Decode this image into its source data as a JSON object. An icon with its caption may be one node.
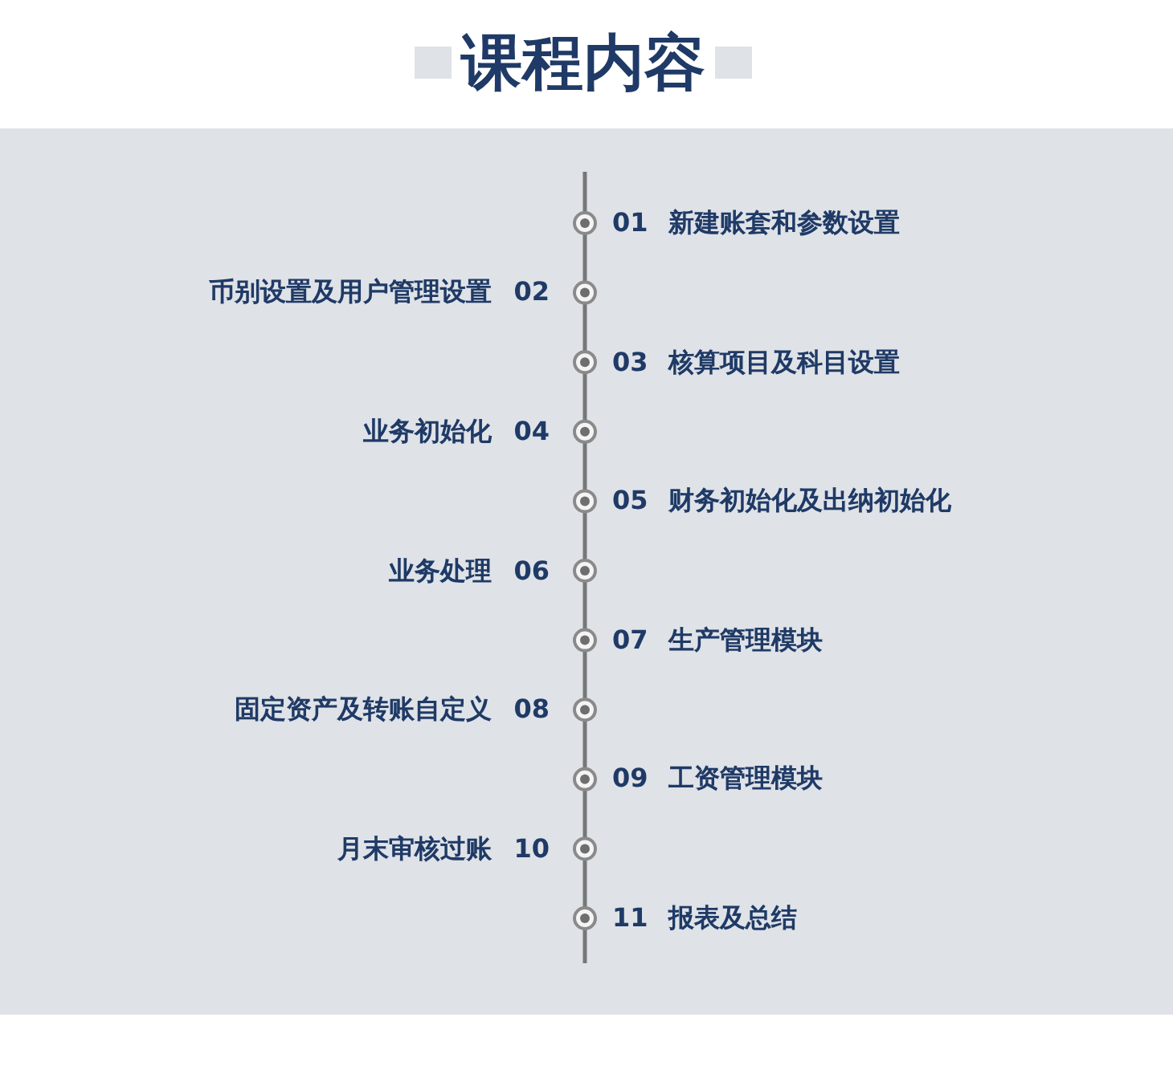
{
  "diagram": {
    "title": "课程内容",
    "labels": [
      "01",
      "新建账套和参数设置",
      "币别设置及用户管理设置",
      "02",
      "03",
      "核算项目及科目设置",
      "业务初始化",
      "04",
      "05",
      "财务初始化及出纳初始化",
      "业务处理",
      "06",
      "07",
      "生产管理模块",
      "固定资产及转账自定义",
      "08",
      "09",
      "工资管理模块",
      "月末审核过账",
      "10",
      "11",
      "报表及总结"
    ]
  }
}
